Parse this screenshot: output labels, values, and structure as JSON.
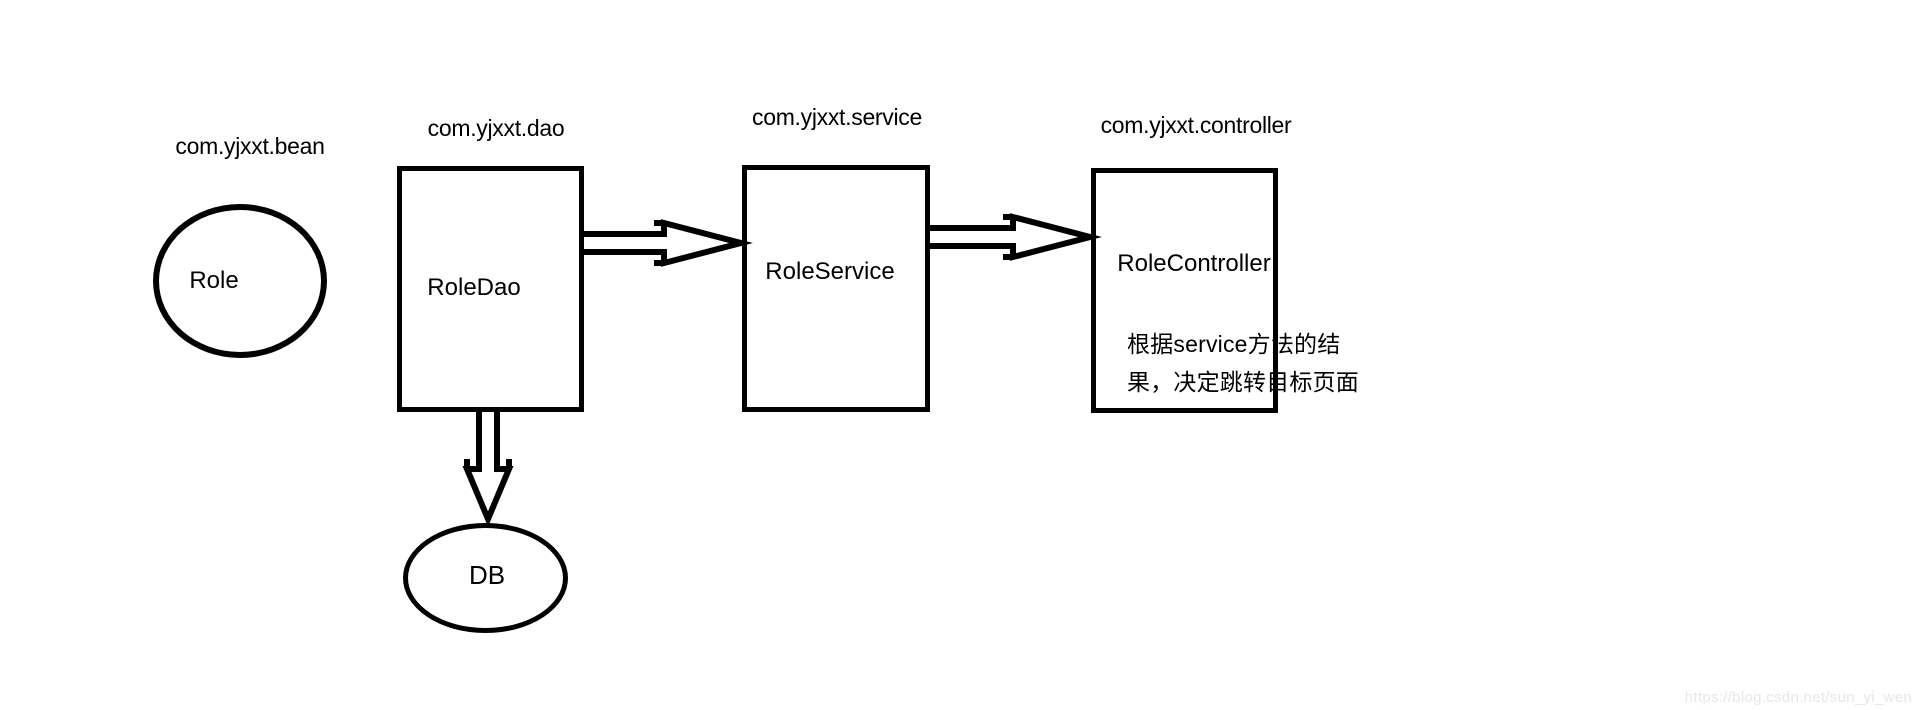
{
  "diagram": {
    "bean": {
      "package_label": "com.yjxxt.bean",
      "node_label": "Role"
    },
    "dao": {
      "package_label": "com.yjxxt.dao",
      "node_label": "RoleDao"
    },
    "service": {
      "package_label": "com.yjxxt.service",
      "node_label": "RoleService"
    },
    "controller": {
      "package_label": "com.yjxxt.controller",
      "node_label": "RoleController",
      "note_line1": "根据service方法的结",
      "note_line2": "果，决定跳转目标页面"
    },
    "db": {
      "node_label": "DB"
    },
    "edges": [
      {
        "from": "RoleDao",
        "to": "RoleService"
      },
      {
        "from": "RoleService",
        "to": "RoleController"
      },
      {
        "from": "RoleDao",
        "to": "DB"
      }
    ]
  },
  "watermark": "https://blog.csdn.net/sun_yi_wen",
  "colors": {
    "stroke": "#000000",
    "background": "#ffffff",
    "watermark": "#e7e7e7"
  }
}
